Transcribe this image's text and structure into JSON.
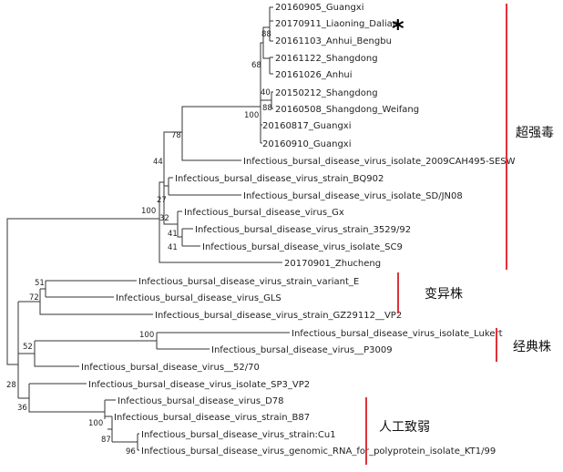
{
  "leaves": [
    "20160905_Guangxi",
    "20170911_Liaoning_Dalian",
    "20161103_Anhui_Bengbu",
    "20161122_Shangdong",
    "20161026_Anhui",
    "20150212_Shangdong",
    "20160508_Shangdong_Weifang",
    "20160817_Guangxi",
    "20160910_Guangxi",
    "Infectious_bursal_disease_virus_isolate_2009CAH495-SESW",
    "Infectious_bursal_disease_virus_strain_BQ902",
    "Infectious_bursal_disease_virus_isolate_SD/JN08",
    "Infectious_bursal_disease_virus_Gx",
    "Infectious_bursal_disease_virus_strain_3529/92",
    "Infectious_bursal_disease_virus_isolate_SC9",
    "20170901_Zhucheng",
    "Infectious_bursal_disease_virus_strain_variant_E",
    "Infectious_bursal_disease_virus_GLS",
    "Infectious_bursal_disease_virus_strain_GZ29112__VP2",
    "Infectious_bursal_disease_virus_isolate_Lukert",
    "Infectious_bursal_disease_virus__P3009",
    "Infectious_bursal_disease_virus__52/70",
    "Infectious_bursal_disease_virus_isolate_SP3_VP2",
    "Infectious_bursal_disease_virus_D78",
    "Infectious_bursal_disease_virus_strain_B87",
    "Infectious_bursal_disease_virus_strain:Cu1",
    "Infectious_bursal_disease_virus_genomic_RNA_for_polyprotein_isolate_KT1/99"
  ],
  "bootstrap": [
    "88",
    "68",
    "40",
    "88",
    "100",
    "78",
    "44",
    "27",
    "32",
    "41",
    "41",
    "100",
    "51",
    "72",
    "100",
    "52",
    "28",
    "36",
    "100",
    "87",
    "96"
  ],
  "marker": "*",
  "groups": [
    {
      "name": "超强毒",
      "color": "#e0313b"
    },
    {
      "name": "变异株",
      "color": "#e0313b"
    },
    {
      "name": "经典株",
      "color": "#e0313b"
    },
    {
      "name": "人工致弱",
      "color": "#e0313b"
    }
  ]
}
